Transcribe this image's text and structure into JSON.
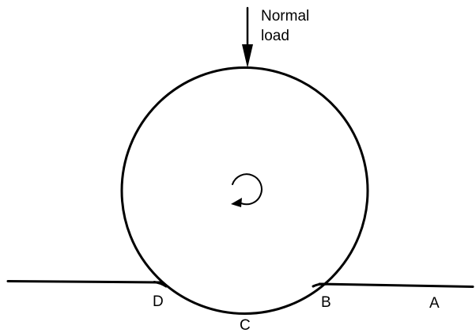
{
  "diagram": {
    "load_label_line1": "Normal",
    "load_label_line2": "load",
    "points": {
      "a": "A",
      "b": "B",
      "c": "C",
      "d": "D"
    }
  }
}
